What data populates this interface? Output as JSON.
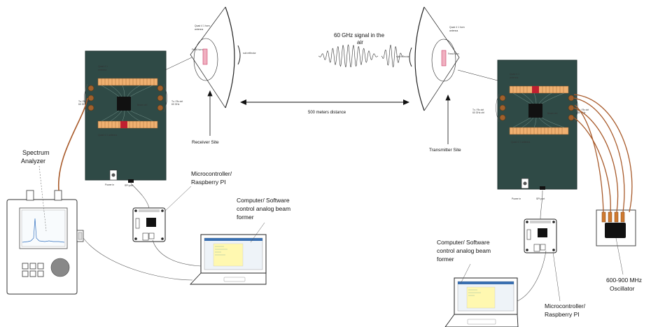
{
  "labels": {
    "spectrum_analyzer": [
      "Spectrum",
      "Analyzer"
    ],
    "microcontroller_left": [
      "Microcontroller/",
      "Raspberry PI"
    ],
    "computer_left": [
      "Computer/ Software",
      "control analog beam",
      "former"
    ],
    "receiver_site": "Receiver Site",
    "signal": [
      "60 GHz signal in the",
      "air"
    ],
    "distance": "500 meters distance",
    "transmitter_site": "Transmitter Site",
    "computer_right": [
      "Computer/ Software",
      "control analog beam",
      "former"
    ],
    "microcontroller_right": [
      "Microcontroller/",
      "Raspberry PI"
    ],
    "oscillator": [
      "600-900 MHz",
      "Oscillator"
    ]
  },
  "colors": {
    "board": "#2f4a46",
    "connector_strip": "#f0b070",
    "connector_accent": "#c02030",
    "sma_port": "#a0602c",
    "rf_cable": "#a85a2a",
    "ic_chip": "#111111",
    "screen_highlight": "#fff8b0"
  },
  "icons": [
    "spectrum-analyzer-icon",
    "beamformer-board-icon",
    "dish-reflector-icon",
    "raspberry-pi-icon",
    "laptop-icon",
    "oscillator-icon"
  ]
}
